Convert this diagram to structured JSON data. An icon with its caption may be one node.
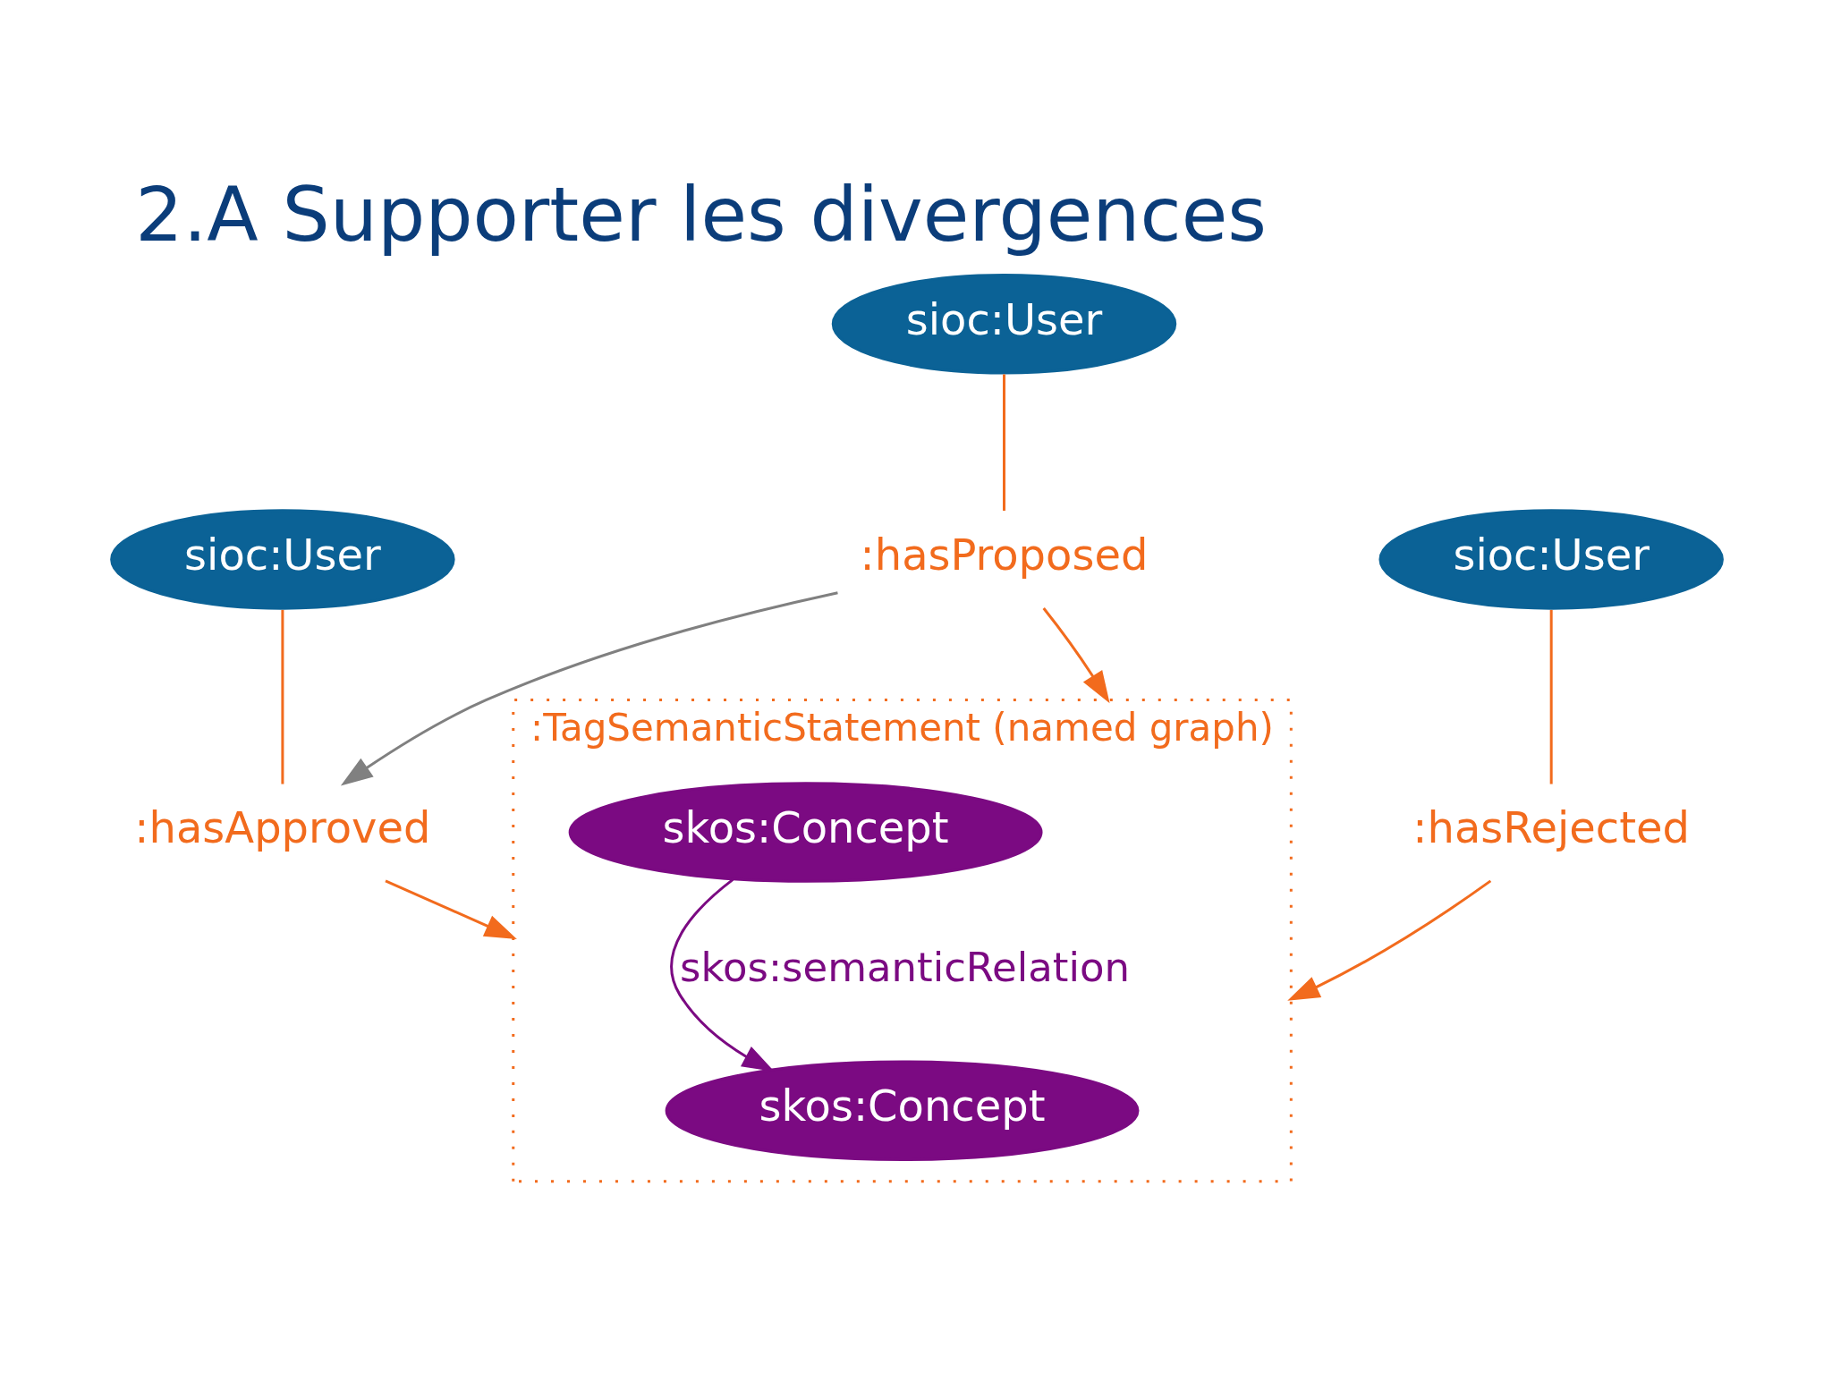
{
  "diagram": {
    "title": "2.A Supporter les divergences",
    "nodes": [
      {
        "text": [
          "sioc:User"
        ]
      },
      {
        "text": [
          "sioc:User"
        ]
      },
      {
        "text": [
          ":hasApproved"
        ]
      },
      {
        "text": [
          ":hasRejected"
        ]
      },
      {
        "text": [
          "sioc:User"
        ]
      },
      {
        "text": [
          ":hasProposed"
        ]
      },
      {
        "text": [
          ":TagSemanticStatement (named graph)"
        ]
      },
      {
        "text": [
          "skos:Concept"
        ],
        "in": 6
      },
      {
        "text": [
          "skos:Concept"
        ],
        "in": 6
      }
    ],
    "edges": [
      {
        "from": 0,
        "to": 2,
        "arrow": "none"
      },
      {
        "from": 2,
        "to": 6,
        "arrow": "to"
      },
      {
        "from": 1,
        "to": 3,
        "arrow": "none"
      },
      {
        "from": 3,
        "to": 6,
        "arrow": "to"
      },
      {
        "from": 4,
        "to": 5,
        "arrow": "none"
      },
      {
        "from": 5,
        "to": 6,
        "arrow": "to"
      },
      {
        "from": 5,
        "to": 2,
        "arrow": "to",
        "color": "#808080"
      },
      {
        "from": 8,
        "to": 7,
        "arrow": "to",
        "label": "skos:semanticRelation",
        "color": "#7b0a82"
      }
    ]
  }
}
